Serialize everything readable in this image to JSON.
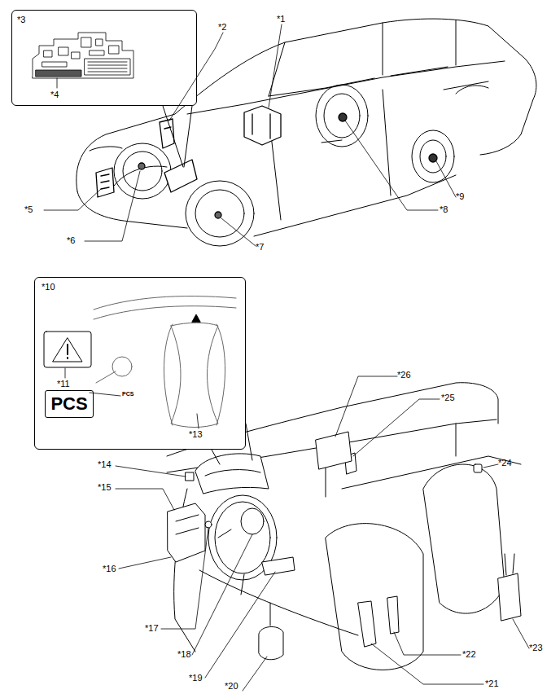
{
  "diagram": {
    "nodes": [
      {
        "text": [
          "*3"
        ]
      },
      {
        "text": [
          "*10"
        ]
      },
      {
        "text": [
          "PCS"
        ],
        "in": 1
      }
    ],
    "labels": [
      "*1",
      "*2",
      "*4",
      "*5",
      "*6",
      "*7",
      "*8",
      "*9",
      "*11",
      "*13",
      "*14",
      "*15",
      "*16",
      "*17",
      "*18",
      "*19",
      "*20",
      "*21",
      "*22",
      "*23",
      "*24",
      "*25",
      "*26",
      "PCS"
    ]
  }
}
